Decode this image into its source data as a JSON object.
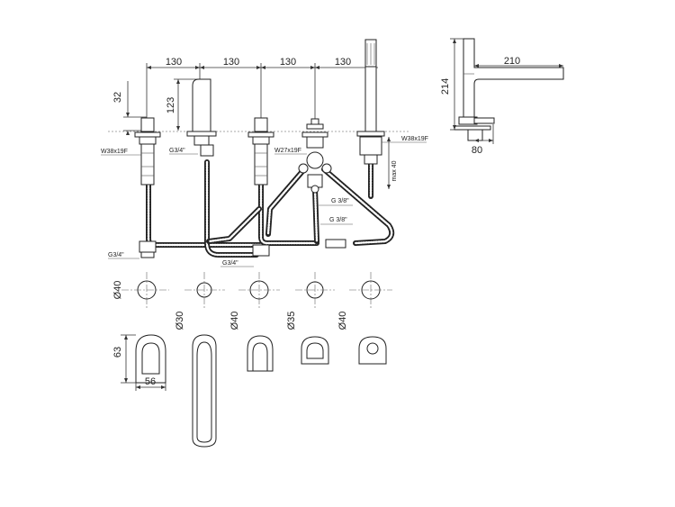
{
  "top_dims": [
    "130",
    "130",
    "130",
    "130"
  ],
  "spout_height": "123",
  "handle_height": "32",
  "side_dims": {
    "height": "214",
    "length": "210",
    "base": "80"
  },
  "thread_labels": {
    "w38_left": "W38x19F",
    "g34_spout": "G3/4\"",
    "w27": "W27x19F",
    "w38_right": "W38x19F",
    "max40": "max 40",
    "g38_a": "G 3/8\"",
    "g38_b": "G 3/8\"",
    "g34_left": "G3/4\"",
    "g34_center": "G3/4\""
  },
  "diameters": [
    "Ø40",
    "Ø30",
    "Ø40",
    "Ø35",
    "Ø40"
  ],
  "handle_dims": {
    "height": "63",
    "width": "56"
  }
}
